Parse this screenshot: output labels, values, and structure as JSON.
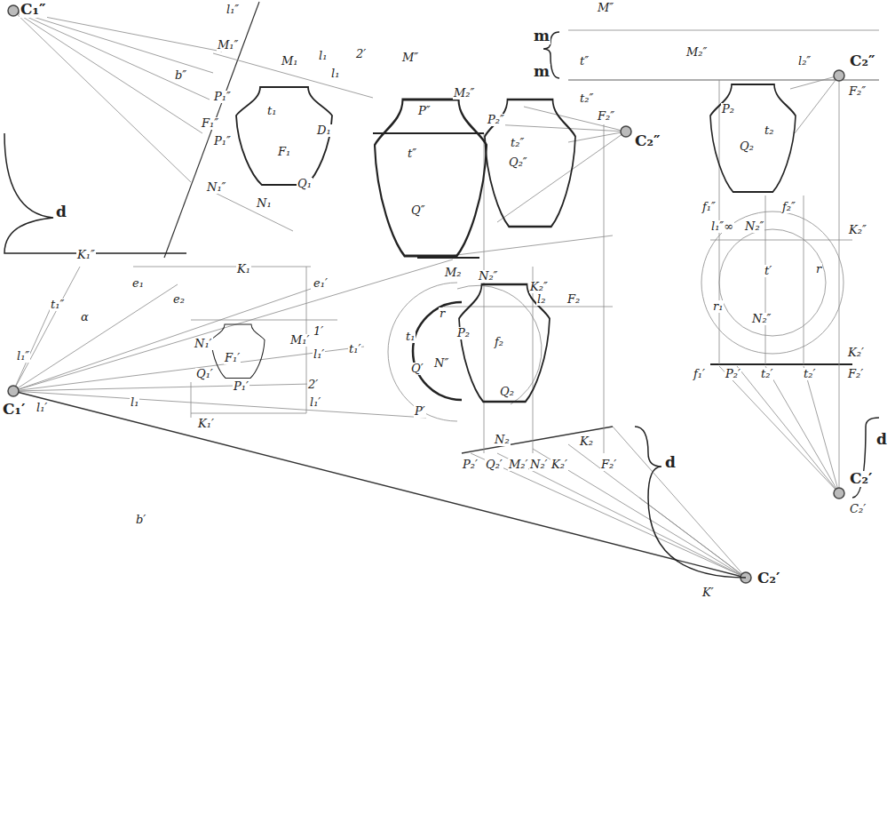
{
  "diagram": {
    "labels": [
      "C₁″",
      "l₁″",
      "M₁″",
      "b″",
      "P₁″",
      "F₁″",
      "P₁″",
      "t₁",
      "D₁",
      "F₁",
      "Q₁",
      "N₁″",
      "N₁",
      "d",
      "M₁",
      "l₁",
      "2′",
      "l₁",
      "M″",
      "M₂″",
      "P″",
      "P₂″",
      "t₂″",
      "t₂″",
      "F₂″",
      "C₂″",
      "Q₂″",
      "t″",
      "Q″",
      "m",
      "m",
      "M″",
      "t″",
      "M₂″",
      "l₂″",
      "C₂″",
      "F₂″",
      "P₂",
      "t₂",
      "Q₂",
      "f₁″",
      "f₂″",
      "l₁″∞",
      "N₂″",
      "K₂″",
      "r",
      "r₁",
      "t′",
      "N₂″",
      "f₁′",
      "P₂′",
      "t₂′",
      "t₂′",
      "K₂′",
      "F₂′",
      "d",
      "C₂′",
      "C₂′",
      "K₁″",
      "K₁",
      "t₁″",
      "e₁",
      "e₂",
      "α",
      "l₁″",
      "C₁′",
      "l₁′",
      "l₁",
      "N₁′",
      "M₁′",
      "F₁′",
      "1′",
      "l₁′",
      "Q₁′",
      "P₁′",
      "2′",
      "l₁′",
      "K₁′",
      "e₁′",
      "t₁′",
      "b′",
      "M₂",
      "N₂″",
      "K₂″",
      "l₂",
      "F₂",
      "r",
      "P₂",
      "f₂",
      "Q₂",
      "N″",
      "Q′",
      "P′",
      "N₂",
      "K₂",
      "P₂′",
      "Q₂′",
      "M₂′",
      "N₂′",
      "K₂′",
      "F₂′",
      "d",
      "K′",
      "C₂′",
      "t₁"
    ]
  }
}
